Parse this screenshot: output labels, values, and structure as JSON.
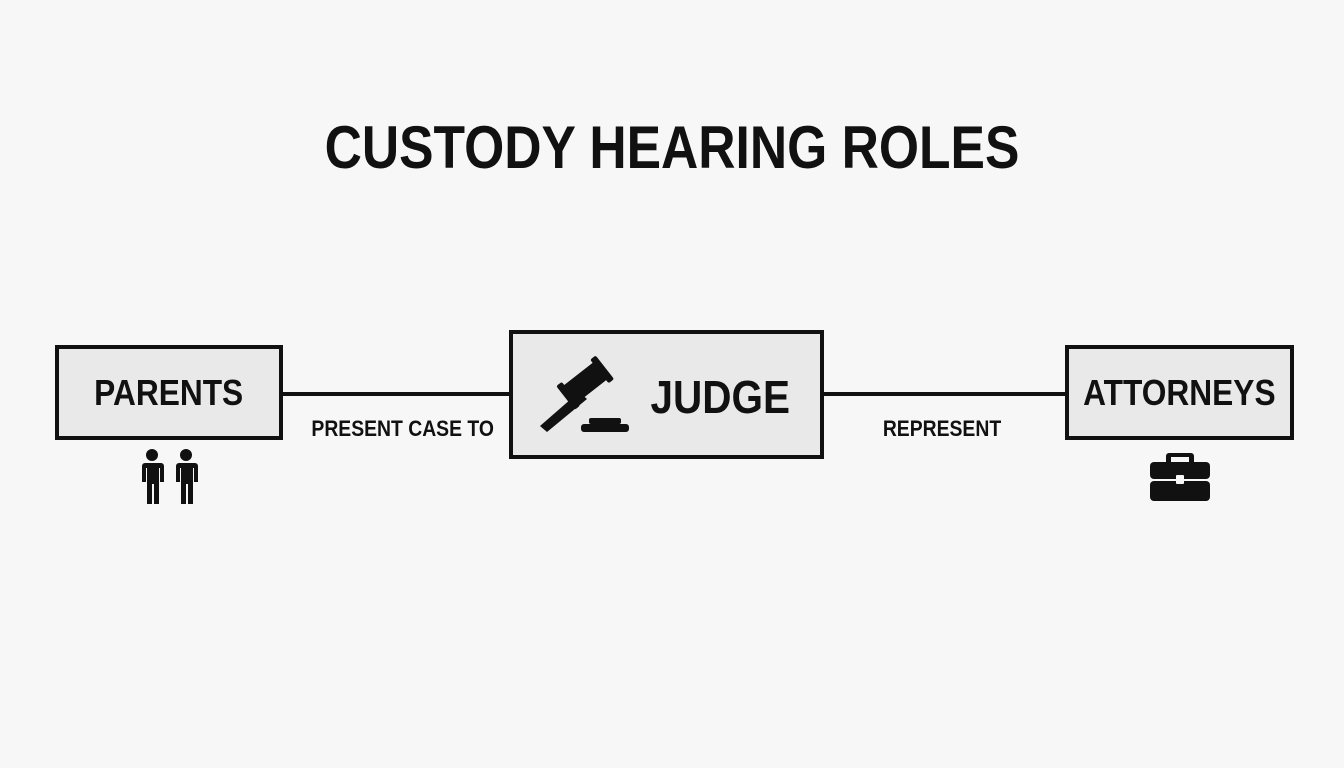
{
  "title": "CUSTODY HEARING ROLES",
  "nodes": {
    "parents": {
      "label": "PARENTS",
      "icon": "two-people-icon"
    },
    "judge": {
      "label": "JUDGE",
      "icon": "gavel-icon"
    },
    "attorneys": {
      "label": "ATTORNEYS",
      "icon": "briefcase-icon"
    }
  },
  "edges": [
    {
      "from": "parents",
      "to": "judge",
      "label": "PRESENT CASE TO"
    },
    {
      "from": "judge",
      "to": "attorneys",
      "label": "REPRESENT"
    }
  ],
  "colors": {
    "background": "#f7f7f7",
    "box_fill": "#e9e9e9",
    "stroke": "#111111"
  }
}
